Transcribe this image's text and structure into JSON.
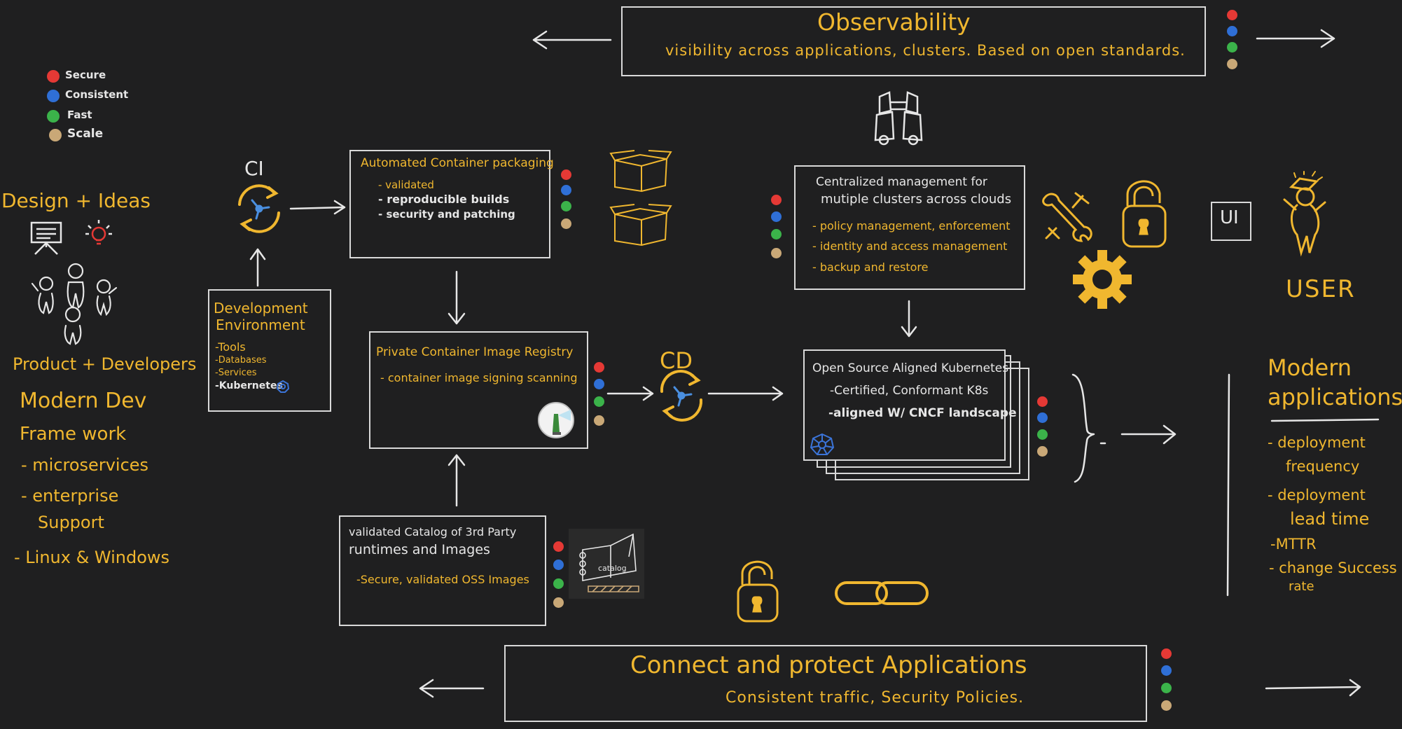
{
  "colors": {
    "background": "#1f1f20",
    "chalk": "#e6e6e6",
    "accent": "#f0b72f",
    "secure": "#e53935",
    "consistent": "#2f6fd6",
    "fast": "#3bb34a",
    "scale": "#c9a877"
  },
  "legend": [
    {
      "label": "Secure",
      "color": "#e53935"
    },
    {
      "label": "Consistent",
      "color": "#2f6fd6"
    },
    {
      "label": "Fast",
      "color": "#3bb34a"
    },
    {
      "label": "Scale",
      "color": "#c9a877"
    }
  ],
  "observability": {
    "title": "Observability",
    "subtitle": "visibility across applications, clusters. Based on open standards."
  },
  "left": {
    "design": "Design + Ideas",
    "product": "Product + Developers",
    "modern_dev_1": "Modern Dev",
    "modern_dev_2": "Frame work",
    "items": [
      "- microservices",
      "- enterprise",
      "Support",
      "- Linux & Windows"
    ]
  },
  "ci_label": "CI",
  "cd_label": "CD",
  "dev_env": {
    "title1": "Development",
    "title2": "Environment",
    "items": [
      "-Tools",
      "-Databases",
      "-Services",
      "-Kubernetes"
    ]
  },
  "packaging": {
    "title": "Automated Container packaging",
    "items": [
      "- validated",
      "- reproducible builds",
      "- security and patching"
    ]
  },
  "registry": {
    "title": "Private Container Image Registry",
    "item": "- container image signing scanning"
  },
  "catalog": {
    "title1": "validated Catalog of 3rd Party",
    "title2": "runtimes and Images",
    "item": "-Secure, validated OSS Images",
    "icon_label": "catalog"
  },
  "management": {
    "title1": "Centralized management for",
    "title2": "mutiple clusters across clouds",
    "items": [
      "- policy management, enforcement",
      "- identity and access management",
      "- backup and restore"
    ]
  },
  "kubernetes": {
    "title": "Open Source Aligned Kubernetes",
    "items": [
      "-Certified, Conformant K8s",
      "-aligned W/ CNCF landscape"
    ]
  },
  "ui_label": "UI",
  "user_label": "USER",
  "modern_apps": {
    "title1": "Modern",
    "title2": "applications",
    "items": [
      "- deployment",
      "frequency",
      "- deployment",
      "lead time",
      "-MTTR",
      "- change Success",
      "rate"
    ]
  },
  "connect": {
    "title": "Connect and protect Applications",
    "subtitle": "Consistent traffic, Security Policies."
  },
  "icons": [
    "presentation-board-icon",
    "lightbulb-icon",
    "people-group-icon",
    "cycle-arrows-icon",
    "box-icon",
    "binoculars-icon",
    "wrench-icon",
    "padlock-icon",
    "gear-icon",
    "user-icon",
    "chain-link-icon",
    "lighthouse-icon",
    "kubernetes-helm-icon"
  ]
}
